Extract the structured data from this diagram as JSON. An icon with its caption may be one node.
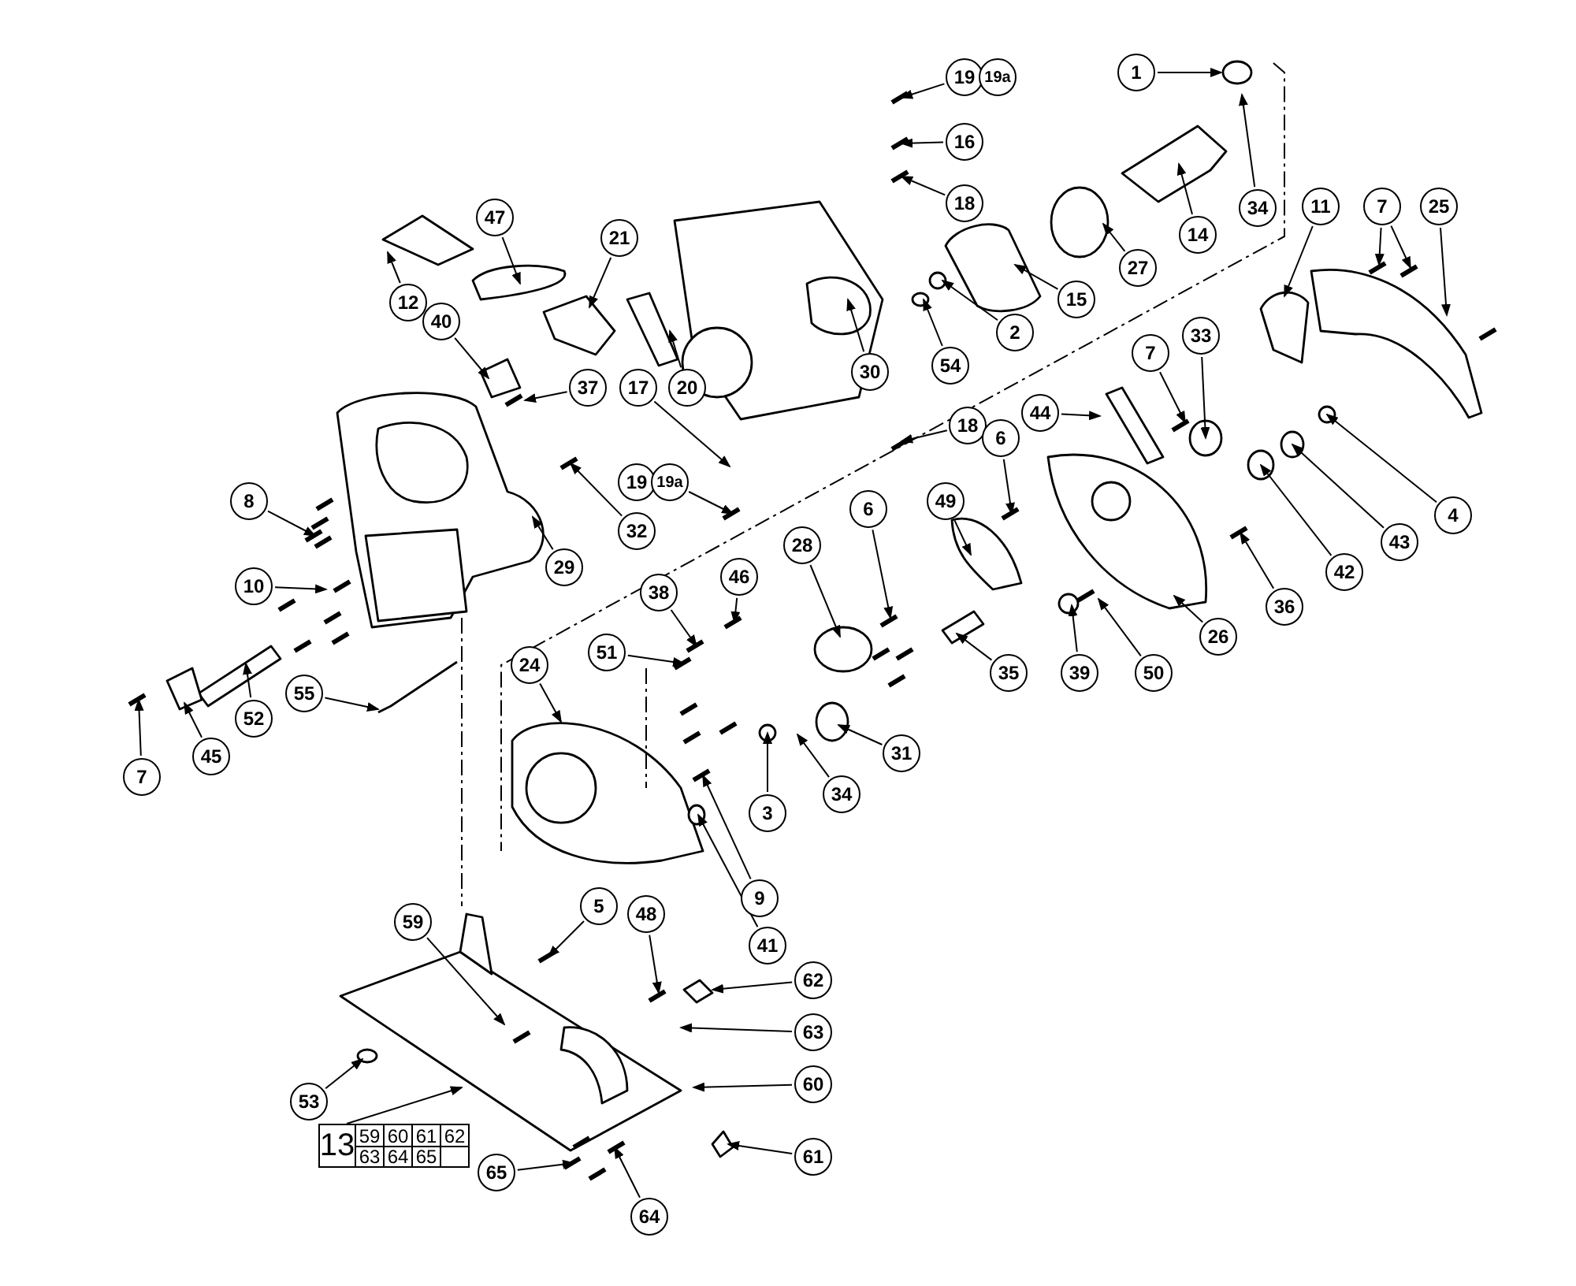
{
  "diagram": {
    "nodes": [
      {
        "text": [
          "1"
        ]
      },
      {
        "text": [
          "19"
        ]
      },
      {
        "text": [
          "19a"
        ]
      },
      {
        "text": [
          "16"
        ]
      },
      {
        "text": [
          "18"
        ]
      },
      {
        "text": [
          "34"
        ]
      },
      {
        "text": [
          "11"
        ]
      },
      {
        "text": [
          "7"
        ]
      },
      {
        "text": [
          "25"
        ]
      },
      {
        "text": [
          "14"
        ]
      },
      {
        "text": [
          "47"
        ]
      },
      {
        "text": [
          "21"
        ]
      },
      {
        "text": [
          "27"
        ]
      },
      {
        "text": [
          "12"
        ]
      },
      {
        "text": [
          "15"
        ]
      },
      {
        "text": [
          "2"
        ]
      },
      {
        "text": [
          "33"
        ]
      },
      {
        "text": [
          "40"
        ]
      },
      {
        "text": [
          "54"
        ]
      },
      {
        "text": [
          "7"
        ]
      },
      {
        "text": [
          "37"
        ]
      },
      {
        "text": [
          "17"
        ]
      },
      {
        "text": [
          "20"
        ]
      },
      {
        "text": [
          "30"
        ]
      },
      {
        "text": [
          "44"
        ]
      },
      {
        "text": [
          "18"
        ]
      },
      {
        "text": [
          "6"
        ]
      },
      {
        "text": [
          "49"
        ]
      },
      {
        "text": [
          "19"
        ]
      },
      {
        "text": [
          "19a"
        ]
      },
      {
        "text": [
          "4"
        ]
      },
      {
        "text": [
          "6"
        ]
      },
      {
        "text": [
          "8"
        ]
      },
      {
        "text": [
          "32"
        ]
      },
      {
        "text": [
          "43"
        ]
      },
      {
        "text": [
          "28"
        ]
      },
      {
        "text": [
          "29"
        ]
      },
      {
        "text": [
          "42"
        ]
      },
      {
        "text": [
          "10"
        ]
      },
      {
        "text": [
          "36"
        ]
      },
      {
        "text": [
          "46"
        ]
      },
      {
        "text": [
          "38"
        ]
      },
      {
        "text": [
          "26"
        ]
      },
      {
        "text": [
          "51"
        ]
      },
      {
        "text": [
          "35"
        ]
      },
      {
        "text": [
          "39"
        ]
      },
      {
        "text": [
          "50"
        ]
      },
      {
        "text": [
          "24"
        ]
      },
      {
        "text": [
          "55"
        ]
      },
      {
        "text": [
          "52"
        ]
      },
      {
        "text": [
          "31"
        ]
      },
      {
        "text": [
          "45"
        ]
      },
      {
        "text": [
          "7"
        ]
      },
      {
        "text": [
          "34"
        ]
      },
      {
        "text": [
          "3"
        ]
      },
      {
        "text": [
          "9"
        ]
      },
      {
        "text": [
          "5"
        ]
      },
      {
        "text": [
          "48"
        ]
      },
      {
        "text": [
          "41"
        ]
      },
      {
        "text": [
          "59"
        ]
      },
      {
        "text": [
          "62"
        ]
      },
      {
        "text": [
          "63"
        ]
      },
      {
        "text": [
          "60"
        ]
      },
      {
        "text": [
          "53"
        ]
      },
      {
        "text": [
          "13"
        ]
      },
      {
        "text": [
          "61"
        ]
      },
      {
        "text": [
          "64"
        ]
      },
      {
        "text": [
          "65"
        ]
      }
    ],
    "edges": [
      {
        "from": 0,
        "to": null,
        "arrow": "to"
      },
      {
        "from": 1,
        "to": null,
        "arrow": "to"
      },
      {
        "from": 3,
        "to": null,
        "arrow": "to"
      },
      {
        "from": 4,
        "to": null,
        "arrow": "to"
      },
      {
        "from": 5,
        "to": null,
        "arrow": "to"
      },
      {
        "from": 6,
        "to": null,
        "arrow": "to"
      },
      {
        "from": 7,
        "to": null,
        "arrow": "to"
      },
      {
        "from": 7,
        "to": null,
        "arrow": "to"
      },
      {
        "from": 8,
        "to": null,
        "arrow": "to"
      },
      {
        "from": 9,
        "to": null,
        "arrow": "to"
      },
      {
        "from": 10,
        "to": null,
        "arrow": "to"
      },
      {
        "from": 11,
        "to": null,
        "arrow": "to"
      },
      {
        "from": 12,
        "to": null,
        "arrow": "to"
      },
      {
        "from": 13,
        "to": null,
        "arrow": "to"
      },
      {
        "from": 14,
        "to": null,
        "arrow": "to"
      },
      {
        "from": 15,
        "to": null,
        "arrow": "to"
      },
      {
        "from": 16,
        "to": null,
        "arrow": "to"
      },
      {
        "from": 17,
        "to": null,
        "arrow": "to"
      },
      {
        "from": 18,
        "to": null,
        "arrow": "to"
      },
      {
        "from": 19,
        "to": null,
        "arrow": "to"
      },
      {
        "from": 20,
        "to": null,
        "arrow": "to"
      },
      {
        "from": 21,
        "to": null,
        "arrow": "to"
      },
      {
        "from": 22,
        "to": null,
        "arrow": "to"
      },
      {
        "from": 23,
        "to": null,
        "arrow": "to"
      },
      {
        "from": 24,
        "to": null,
        "arrow": "to"
      },
      {
        "from": 25,
        "to": null,
        "arrow": "to"
      },
      {
        "from": 26,
        "to": null,
        "arrow": "to"
      },
      {
        "from": 27,
        "to": null,
        "arrow": "to"
      },
      {
        "from": 29,
        "to": null,
        "arrow": "to"
      },
      {
        "from": 30,
        "to": null,
        "arrow": "to"
      },
      {
        "from": 31,
        "to": null,
        "arrow": "to"
      },
      {
        "from": 32,
        "to": null,
        "arrow": "to"
      },
      {
        "from": 33,
        "to": null,
        "arrow": "to"
      },
      {
        "from": 34,
        "to": null,
        "arrow": "to"
      },
      {
        "from": 35,
        "to": null,
        "arrow": "to"
      },
      {
        "from": 36,
        "to": null,
        "arrow": "to"
      },
      {
        "from": 37,
        "to": null,
        "arrow": "to"
      },
      {
        "from": 38,
        "to": null,
        "arrow": "to"
      },
      {
        "from": 39,
        "to": null,
        "arrow": "to"
      },
      {
        "from": 40,
        "to": null,
        "arrow": "to"
      },
      {
        "from": 41,
        "to": null,
        "arrow": "to"
      },
      {
        "from": 42,
        "to": null,
        "arrow": "to"
      },
      {
        "from": 43,
        "to": null,
        "arrow": "to"
      },
      {
        "from": 44,
        "to": null,
        "arrow": "to"
      },
      {
        "from": 45,
        "to": null,
        "arrow": "to"
      },
      {
        "from": 46,
        "to": null,
        "arrow": "to"
      },
      {
        "from": 47,
        "to": null,
        "arrow": "to"
      },
      {
        "from": 48,
        "to": null,
        "arrow": "to"
      },
      {
        "from": 49,
        "to": null,
        "arrow": "to"
      },
      {
        "from": 50,
        "to": null,
        "arrow": "to"
      },
      {
        "from": 51,
        "to": null,
        "arrow": "to"
      },
      {
        "from": 52,
        "to": null,
        "arrow": "to"
      },
      {
        "from": 53,
        "to": null,
        "arrow": "to"
      },
      {
        "from": 54,
        "to": null,
        "arrow": "to"
      },
      {
        "from": 55,
        "to": null,
        "arrow": "to"
      },
      {
        "from": 56,
        "to": null,
        "arrow": "to"
      },
      {
        "from": 57,
        "to": null,
        "arrow": "to"
      },
      {
        "from": 58,
        "to": null,
        "arrow": "to"
      },
      {
        "from": 59,
        "to": null,
        "arrow": "to"
      },
      {
        "from": 60,
        "to": null,
        "arrow": "to"
      },
      {
        "from": 61,
        "to": null,
        "arrow": "to"
      },
      {
        "from": 62,
        "to": null,
        "arrow": "to"
      },
      {
        "from": 63,
        "to": null,
        "arrow": "to"
      },
      {
        "from": 64,
        "to": null,
        "arrow": "to"
      },
      {
        "from": 65,
        "to": null,
        "arrow": "to"
      },
      {
        "from": 66,
        "to": null,
        "arrow": "to"
      },
      {
        "from": 67,
        "to": null,
        "arrow": "to"
      }
    ],
    "labels": [
      "59",
      "60",
      "61",
      "62",
      "63",
      "64",
      "65"
    ]
  }
}
